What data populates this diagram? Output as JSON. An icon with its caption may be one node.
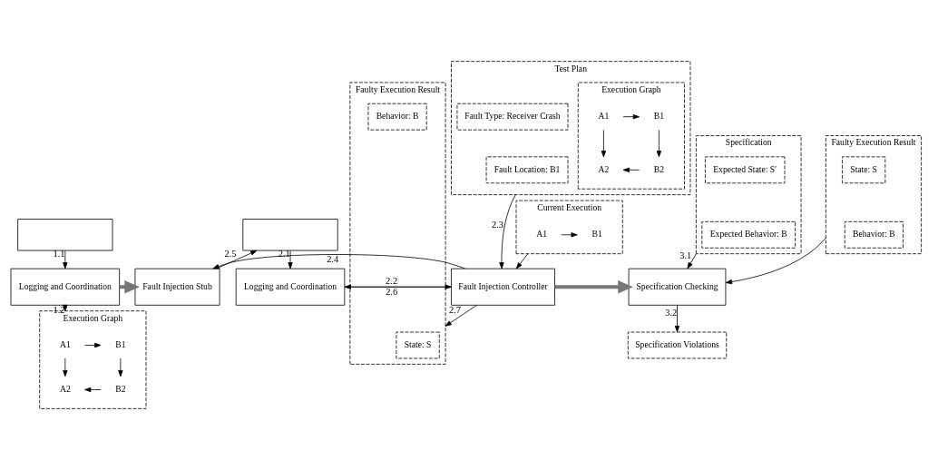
{
  "diagram": {
    "nodes": [
      {
        "text": [],
        "shape": "box"
      },
      {
        "text": [
          "Logging and Coordination"
        ]
      },
      {
        "text": [
          "Execution Graph"
        ]
      },
      {
        "text": [
          "A1"
        ],
        "in": 2
      },
      {
        "text": [
          "B1"
        ],
        "in": 2
      },
      {
        "text": [
          "B2"
        ],
        "in": 2
      },
      {
        "text": [
          "A2"
        ],
        "in": 2
      },
      {
        "text": [
          "Test Plan"
        ]
      },
      {
        "text": [
          "Execution Graph"
        ],
        "in": 7
      },
      {
        "text": [
          "A1"
        ],
        "in": 8
      },
      {
        "text": [
          "B1"
        ],
        "in": 8
      },
      {
        "text": [
          "B2"
        ],
        "in": 8
      },
      {
        "text": [
          "A2"
        ],
        "in": 8
      },
      {
        "text": [
          "Fault Type: Receiver Crash"
        ],
        "in": 7
      },
      {
        "text": [
          "Fault Location: B1"
        ],
        "in": 7
      },
      {
        "text": [],
        "shape": "box"
      },
      {
        "text": [
          "Fault Injection Stub"
        ]
      },
      {
        "text": [
          "Logging and Coordination"
        ]
      },
      {
        "text": [
          "Current Execution"
        ]
      },
      {
        "text": [
          "A1"
        ],
        "in": 18
      },
      {
        "text": [
          "B1"
        ],
        "in": 18
      },
      {
        "text": [
          "Fault Injection Controller"
        ]
      },
      {
        "text": [
          "Faulty Execution Result"
        ]
      },
      {
        "text": [
          "State: S"
        ],
        "in": 22
      },
      {
        "text": [
          "Behavior: B"
        ],
        "in": 22
      },
      {
        "text": [
          "Specification"
        ]
      },
      {
        "text": [
          "Expected State: S′"
        ],
        "in": 25
      },
      {
        "text": [
          "Expected Behavior: B"
        ],
        "in": 25
      },
      {
        "text": [
          "Faulty Execution Result"
        ]
      },
      {
        "text": [
          "State: S"
        ],
        "in": 28
      },
      {
        "text": [
          "Behavior: B"
        ],
        "in": 28
      },
      {
        "text": [
          "Specification Checking"
        ]
      },
      {
        "text": [
          "Specification Violations"
        ]
      }
    ],
    "edges": [
      {
        "from": 0,
        "to": 1,
        "arrow": "to",
        "label": "1.1"
      },
      {
        "from": 1,
        "to": 2,
        "arrow": "to",
        "label": "1.2"
      },
      {
        "from": 3,
        "to": 4,
        "arrow": "to"
      },
      {
        "from": 4,
        "to": 5,
        "arrow": "to"
      },
      {
        "from": 5,
        "to": 6,
        "arrow": "to"
      },
      {
        "from": 3,
        "to": 6,
        "arrow": "to"
      },
      {
        "from": 9,
        "to": 10,
        "arrow": "to"
      },
      {
        "from": 10,
        "to": 11,
        "arrow": "to"
      },
      {
        "from": 11,
        "to": 12,
        "arrow": "to"
      },
      {
        "from": 9,
        "to": 12,
        "arrow": "to"
      },
      {
        "from": 1,
        "to": 16,
        "arrow": "to",
        "style": "thick",
        "color": "#777777"
      },
      {
        "from": 15,
        "to": 17,
        "arrow": "to",
        "label": "2.1"
      },
      {
        "from": 17,
        "to": 21,
        "arrow": "to",
        "label": "2.2"
      },
      {
        "from": 7,
        "to": 21,
        "arrow": "to",
        "label": "2.3"
      },
      {
        "from": 18,
        "to": 21,
        "arrow": "to"
      },
      {
        "from": 19,
        "to": 20,
        "arrow": "to"
      },
      {
        "from": 21,
        "to": 16,
        "arrow": "to",
        "label": "2.4"
      },
      {
        "from": 16,
        "to": 15,
        "arrow": "to",
        "label": "2.5"
      },
      {
        "from": 21,
        "to": 17,
        "arrow": "to",
        "label": "2.6"
      },
      {
        "from": 21,
        "to": 22,
        "arrow": "to",
        "label": "2.7"
      },
      {
        "from": 21,
        "to": 31,
        "arrow": "to",
        "style": "thick",
        "color": "#777777"
      },
      {
        "from": 25,
        "to": 31,
        "arrow": "to",
        "label": "3.1"
      },
      {
        "from": 28,
        "to": 31,
        "arrow": "to"
      },
      {
        "from": 31,
        "to": 32,
        "arrow": "to",
        "label": "3.2"
      }
    ]
  }
}
